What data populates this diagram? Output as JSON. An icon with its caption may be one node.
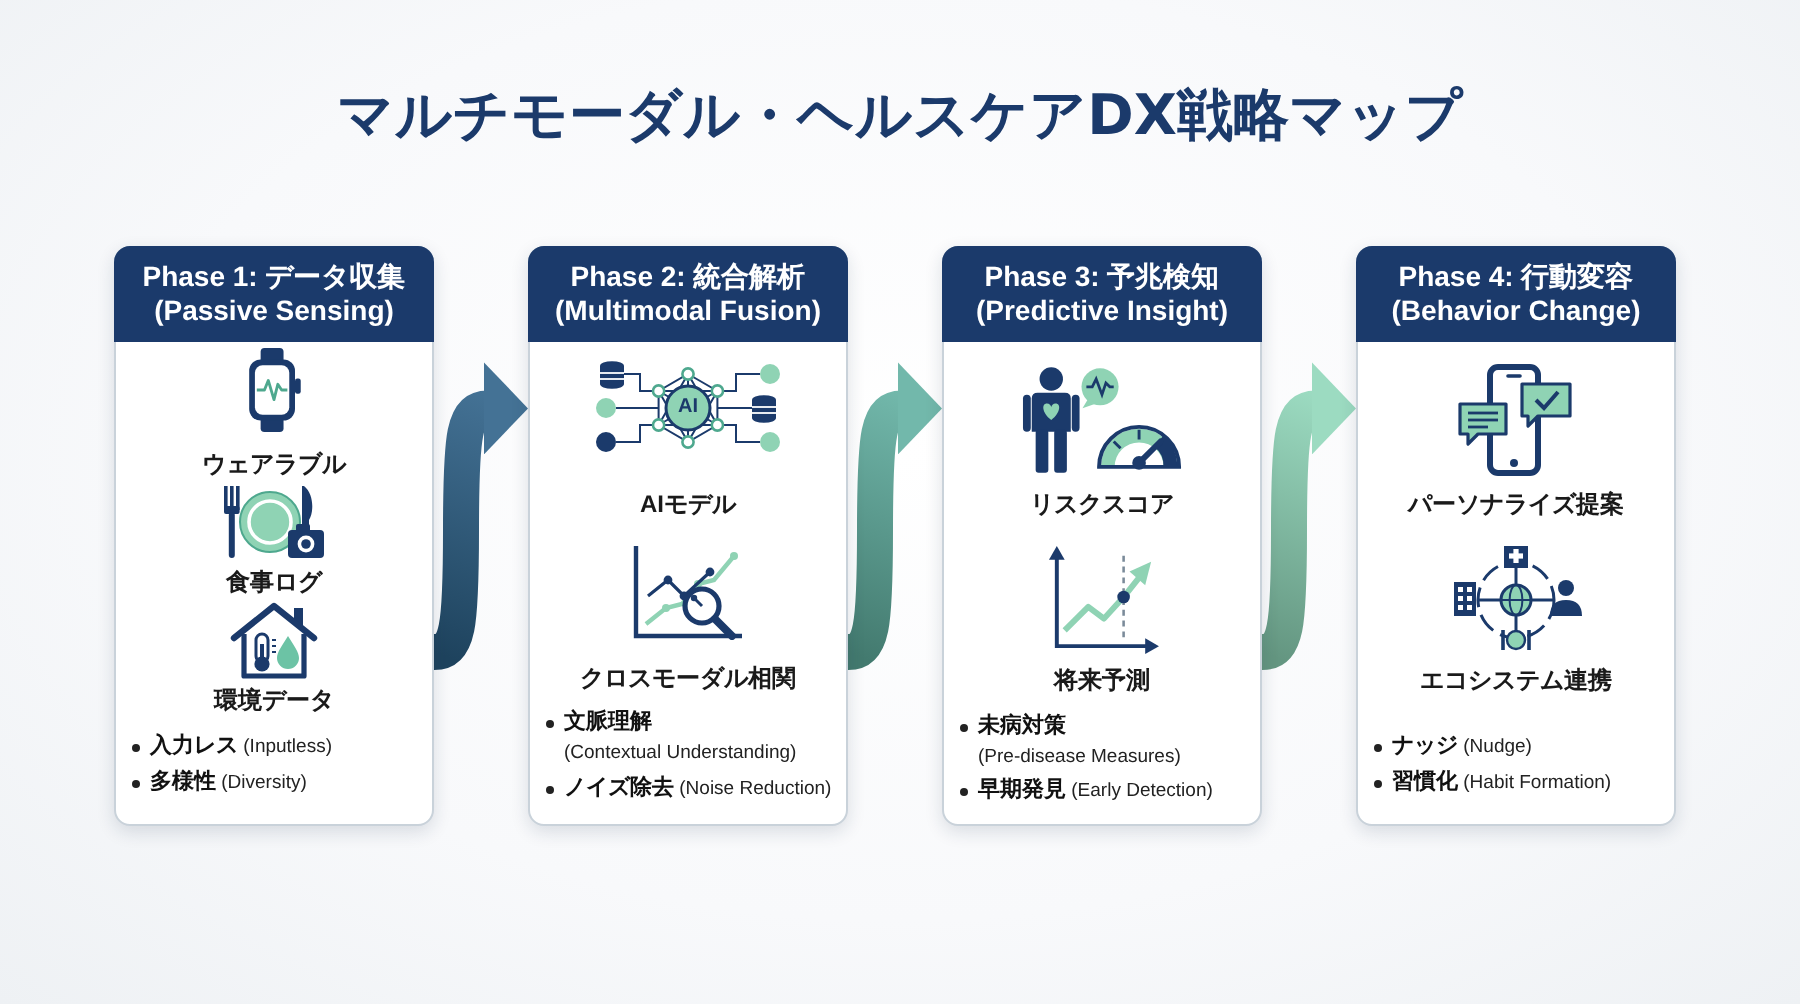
{
  "diagram": {
    "title": "マルチモーダル・ヘルスケアDX戦略マップ",
    "nodes": [
      {
        "text": [
          "Phase 1: データ収集 (Passive Sensing)",
          "ウェアラブル",
          "食事ログ",
          "環境データ",
          "**入力レス** (Inputless)",
          "**多様性** (Diversity)"
        ]
      },
      {
        "text": [
          "Phase 2: 統合解析 (Multimodal Fusion)",
          "AIモデル",
          "クロスモーダル相関",
          "**文脈理解** (Contextual Understanding)",
          "**ノイズ除去** (Noise Reduction)"
        ]
      },
      {
        "text": [
          "Phase 3: 予兆検知 (Predictive Insight)",
          "リスクスコア",
          "将来予測",
          "**未病対策** (Pre-disease Measures)",
          "**早期発見** (Early Detection)"
        ]
      },
      {
        "text": [
          "Phase 4: 行動変容 (Behavior Change)",
          "パーソナライズ提案",
          "エコシステム連携",
          "**ナッジ** (Nudge)",
          "**習慣化** (Habit Formation)"
        ]
      }
    ],
    "edges": [
      {
        "from": 0,
        "to": 1,
        "arrow": "to",
        "style": "thick",
        "color": "#2b5f86"
      },
      {
        "from": 1,
        "to": 2,
        "arrow": "to",
        "style": "thick",
        "color": "#5fae9f"
      },
      {
        "from": 2,
        "to": 3,
        "arrow": "to",
        "style": "thick",
        "color": "#8fd6b8"
      }
    ],
    "labels": [
      "AI"
    ]
  }
}
